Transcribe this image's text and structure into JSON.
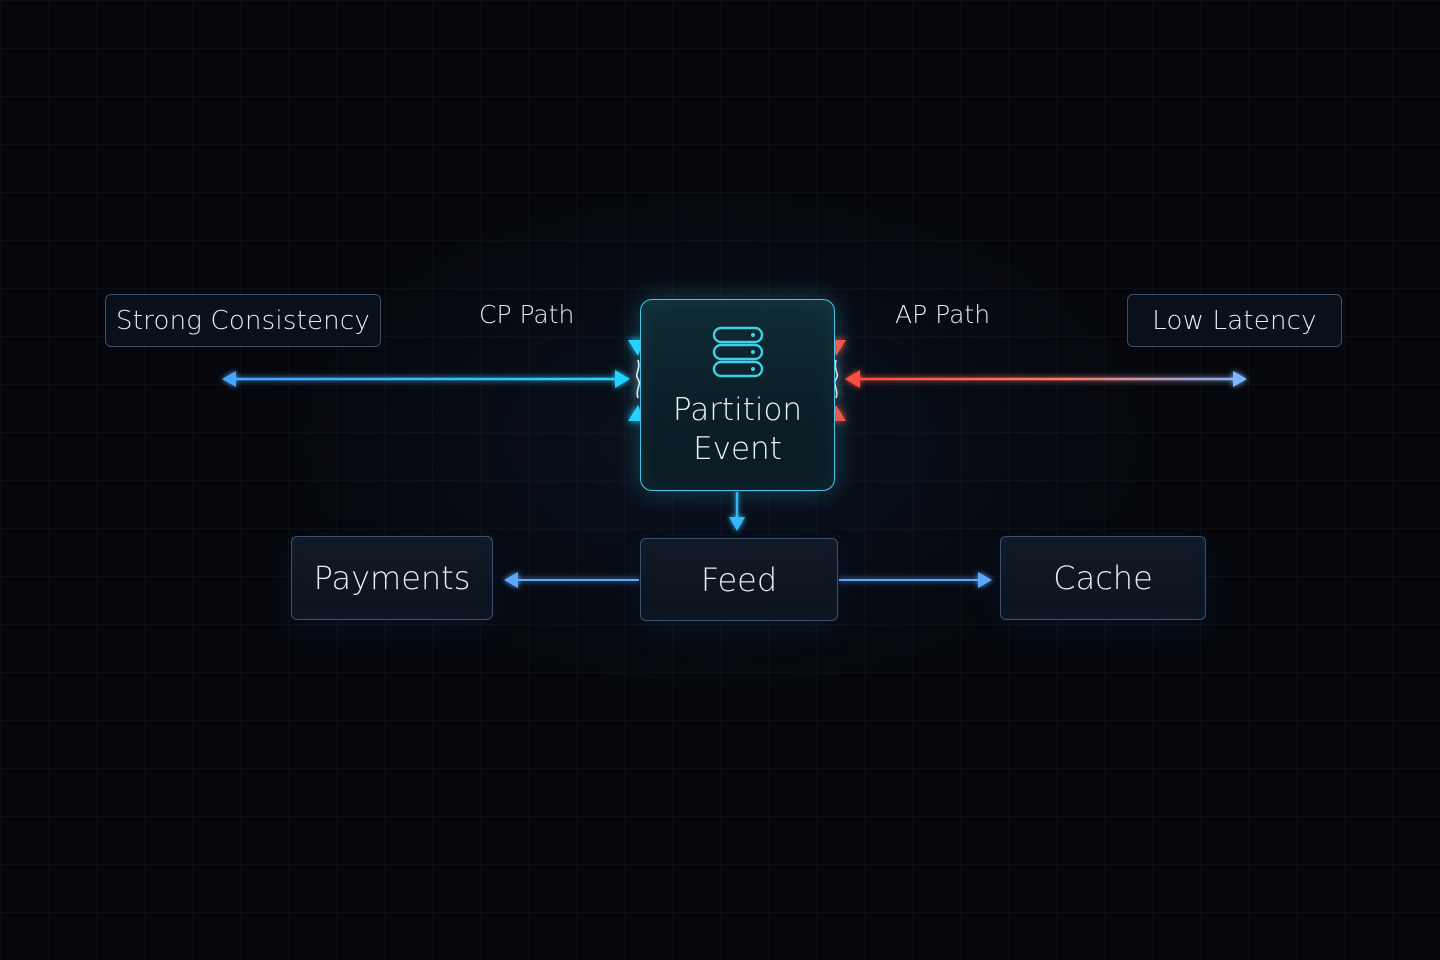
{
  "diagram": {
    "nodes": {
      "strong_consistency": "Strong Consistency",
      "low_latency": "Low Latency",
      "partition_event": "Partition\nEvent",
      "payments": "Payments",
      "feed": "Feed",
      "cache": "Cache"
    },
    "edge_labels": {
      "cp_path": "CP Path",
      "ap_path": "AP Path"
    },
    "icons": {
      "partition_event": "database-icon"
    },
    "colors": {
      "cp_path": "#2fc3ff",
      "ap_path": "#ff5a4a",
      "neutral_arrow": "#5fa8ff",
      "partition_border": "#49c7ea"
    }
  }
}
